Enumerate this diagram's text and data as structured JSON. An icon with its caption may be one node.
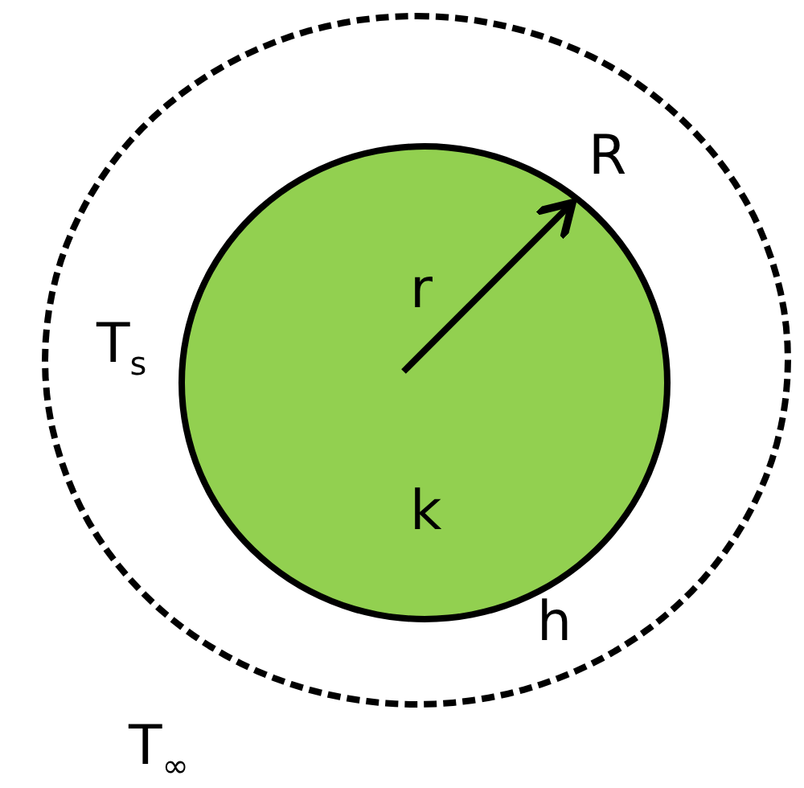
{
  "diagram": {
    "nodes": [
      {
        "text": [],
        "shape": "circle"
      },
      {
        "text": [
          "k"
        ],
        "in": 0
      }
    ],
    "labels": [
      "R",
      "r",
      "T$_{s}$",
      "h",
      "T$_{∞}$"
    ]
  }
}
